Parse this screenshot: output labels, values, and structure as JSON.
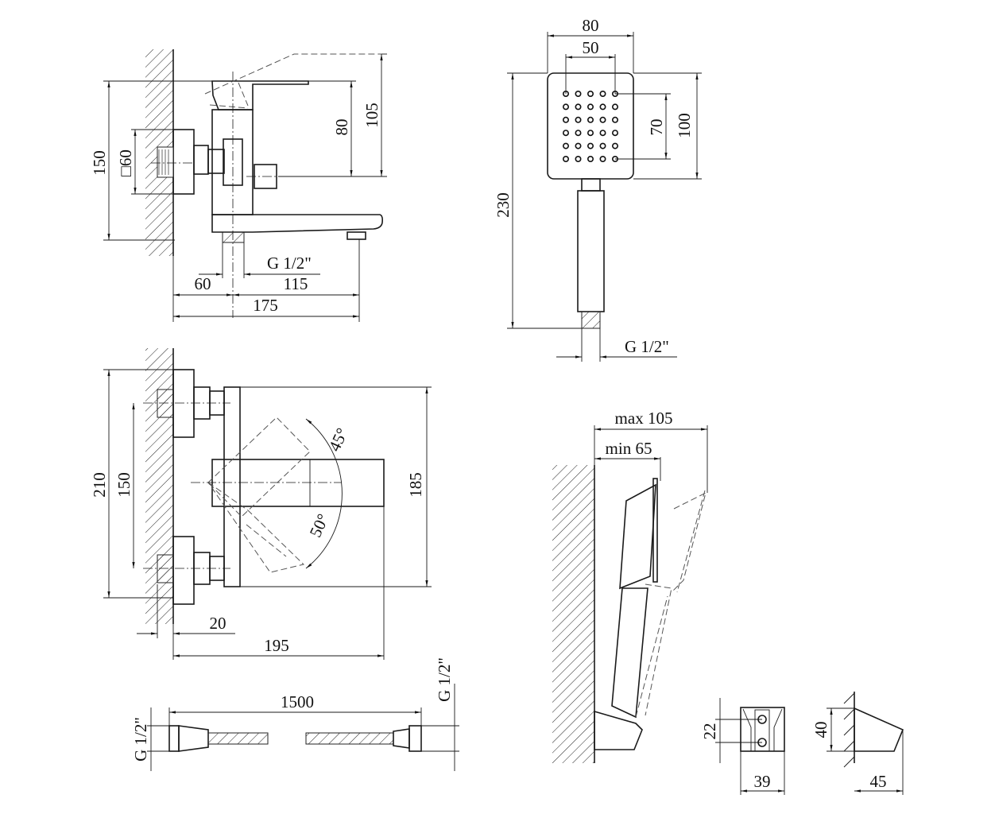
{
  "drawing": {
    "side_view": {
      "height_total": "150",
      "flange_size": "□60",
      "lever_height": "80",
      "lever_raised_height": "105",
      "thread": "G 1/2\"",
      "eccentric_offset": "60",
      "spout_reach": "115",
      "total_depth": "175"
    },
    "hand_shower": {
      "head_width": "80",
      "nozzle_width": "50",
      "nozzle_height": "70",
      "head_height": "100",
      "total_length": "230",
      "thread": "G 1/2\""
    },
    "top_view": {
      "flange_span": "210",
      "center_distance": "150",
      "body_height": "185",
      "angle_up": "45°",
      "angle_down": "50°",
      "eccentric_depth": "20",
      "total_reach": "195"
    },
    "hose": {
      "length": "1500",
      "thread_left": "G 1/2\"",
      "thread_right": "G 1/2\""
    },
    "holder": {
      "max_projection": "max 105",
      "min_projection": "min 65",
      "hole_spacing": "22",
      "width": "39",
      "height": "40",
      "depth": "45"
    }
  }
}
